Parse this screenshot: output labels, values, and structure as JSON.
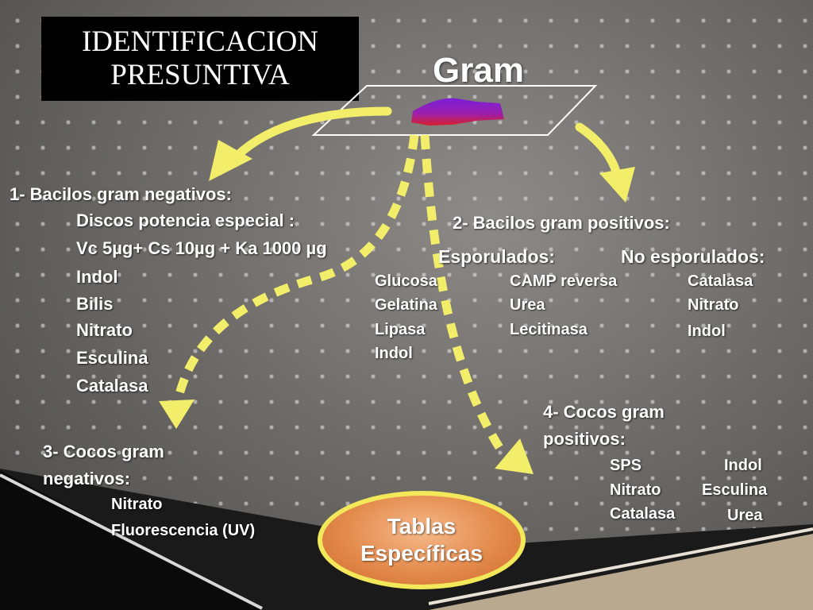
{
  "title_box": {
    "line1": "IDENTIFICACION",
    "line2": "PRESUNTIVA"
  },
  "center_label": "Gram",
  "bacilos_neg": {
    "heading": "1- Bacilos  gram  negativos:",
    "items": [
      "Discos potencia especial :",
      "Vc 5µg+ Cs 10µg + Ka 1000 µg",
      "Indol",
      "Bilis",
      "Nitrato",
      "Esculina",
      "Catalasa"
    ]
  },
  "bacilos_pos": {
    "heading": "2- Bacilos  gram  positivos:",
    "esporulados": {
      "heading": "Esporulados:",
      "items": [
        "Glucosa",
        "Gelatina",
        "Lipasa",
        "Indol"
      ]
    },
    "middle": {
      "items": [
        "CAMP reversa",
        "Urea",
        "Lecitinasa"
      ]
    },
    "no_esporulados": {
      "heading": "No esporulados:",
      "items": [
        "Catalasa",
        "Nitrato",
        "Indol"
      ]
    }
  },
  "cocos_neg": {
    "heading_line1": "3- Cocos  gram",
    "heading_line2": "negativos:",
    "items": [
      "Nitrato",
      "Fluorescencia (UV)"
    ]
  },
  "cocos_pos": {
    "heading_line1": "4- Cocos  gram",
    "heading_line2": "positivos:",
    "items": [
      "SPS",
      "Indol",
      "Nitrato",
      "Esculina",
      "Catalasa",
      "Urea"
    ]
  },
  "tablas": {
    "line1": "Tablas",
    "line2": "Específicas"
  },
  "colors": {
    "arrow": "#f2ee6a",
    "oval": "#e38a4c",
    "oval_border": "#f2e85a",
    "stain_top": "#7a1fd6",
    "stain_bottom": "#d8202a"
  }
}
